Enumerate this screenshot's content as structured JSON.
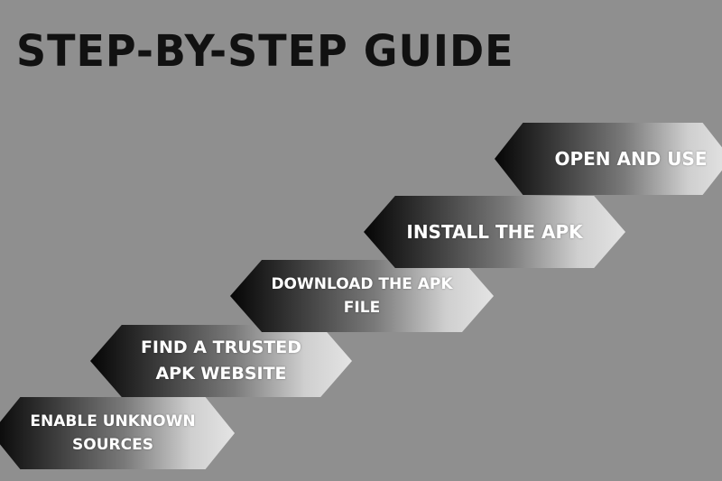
{
  "title": "Step-by-Step Guide",
  "steps": [
    {
      "label": "Enable Unknown Sources"
    },
    {
      "label": "Find a Trusted APK Website"
    },
    {
      "label": "Download the APK File"
    },
    {
      "label": "Install the APK"
    },
    {
      "label": "Open and Use"
    }
  ],
  "colors": {
    "background": "#8f8f8f",
    "title": "#111111",
    "arrow_dark": "#050505",
    "arrow_light": "#e4e4e4",
    "label": "#ffffff"
  }
}
